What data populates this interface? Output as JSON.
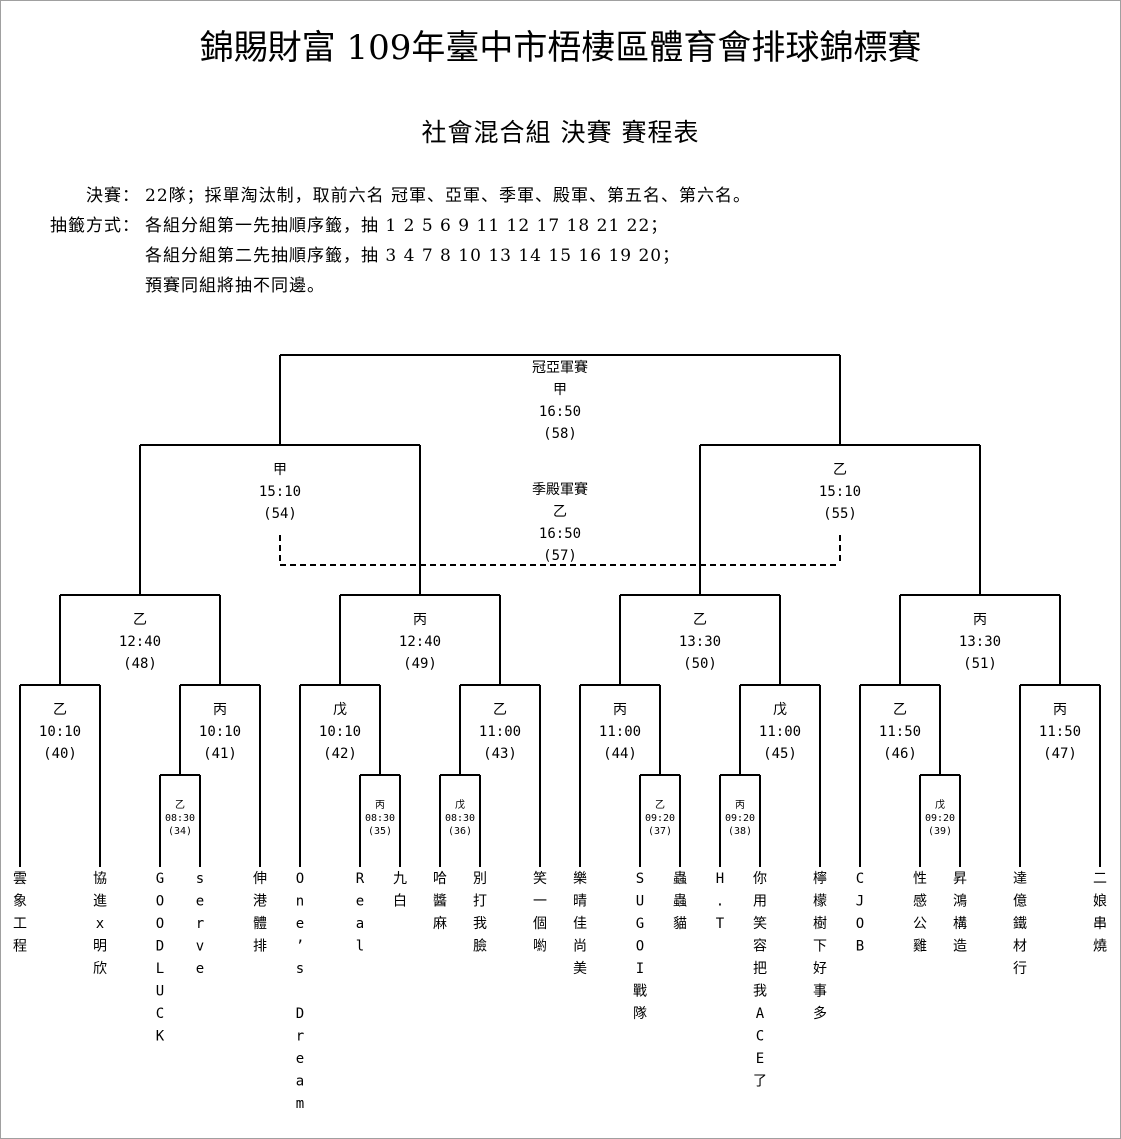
{
  "header": {
    "title": "錦賜財富 109年臺中市梧棲區體育會排球錦標賽",
    "subtitle": "社會混合組 決賽 賽程表"
  },
  "rules": {
    "final_label": "決賽：",
    "final_text": "22隊；採單淘汰制，取前六名 冠軍、亞軍、季軍、殿軍、第五名、第六名。",
    "draw_label": "抽籤方式：",
    "draw_line1": "各組分組第一先抽順序籤，抽 1 2 5 6 9 11 12 17 18 21 22；",
    "draw_line2": "各組分組第二先抽順序籤，抽 3 4 7 8 10 13 14 15 16 19 20；",
    "draw_line3": "預賽同組將抽不同邊。"
  },
  "matches": {
    "final": {
      "name": "冠亞軍賽",
      "court": "甲",
      "time": "16:50",
      "no": "(58)"
    },
    "third": {
      "name": "季殿軍賽",
      "court": "乙",
      "time": "16:50",
      "no": "(57)"
    },
    "m54": {
      "court": "甲",
      "time": "15:10",
      "no": "(54)"
    },
    "m55": {
      "court": "乙",
      "time": "15:10",
      "no": "(55)"
    },
    "m48": {
      "court": "乙",
      "time": "12:40",
      "no": "(48)"
    },
    "m49": {
      "court": "丙",
      "time": "12:40",
      "no": "(49)"
    },
    "m50": {
      "court": "乙",
      "time": "13:30",
      "no": "(50)"
    },
    "m51": {
      "court": "丙",
      "time": "13:30",
      "no": "(51)"
    },
    "m40": {
      "court": "乙",
      "time": "10:10",
      "no": "(40)"
    },
    "m41": {
      "court": "丙",
      "time": "10:10",
      "no": "(41)"
    },
    "m42": {
      "court": "戊",
      "time": "10:10",
      "no": "(42)"
    },
    "m43": {
      "court": "乙",
      "time": "11:00",
      "no": "(43)"
    },
    "m44": {
      "court": "丙",
      "time": "11:00",
      "no": "(44)"
    },
    "m45": {
      "court": "戊",
      "time": "11:00",
      "no": "(45)"
    },
    "m46": {
      "court": "乙",
      "time": "11:50",
      "no": "(46)"
    },
    "m47": {
      "court": "丙",
      "time": "11:50",
      "no": "(47)"
    },
    "m34": {
      "court": "乙",
      "time": "08:30",
      "no": "(34)"
    },
    "m35": {
      "court": "丙",
      "time": "08:30",
      "no": "(35)"
    },
    "m36": {
      "court": "戊",
      "time": "08:30",
      "no": "(36)"
    },
    "m37": {
      "court": "乙",
      "time": "09:20",
      "no": "(37)"
    },
    "m38": {
      "court": "丙",
      "time": "09:20",
      "no": "(38)"
    },
    "m39": {
      "court": "戊",
      "time": "09:20",
      "no": "(39)"
    }
  },
  "teams": [
    "雲象工程",
    "協進x明欣",
    "GOODLUCK",
    "serve",
    "伸港體排",
    "One’s Dream",
    "Real",
    "九白",
    "哈醬麻",
    "別打我臉",
    "笑一個喲",
    "樂晴佳尚美",
    "SUGOI戰隊",
    "蟲蟲貓",
    "H.T",
    "你用笑容把我ACE了",
    "檸檬樹下好事多",
    "CJOB",
    "性感公雞",
    "昇鴻構造",
    "達億鐵材行",
    "二娘串燒"
  ]
}
